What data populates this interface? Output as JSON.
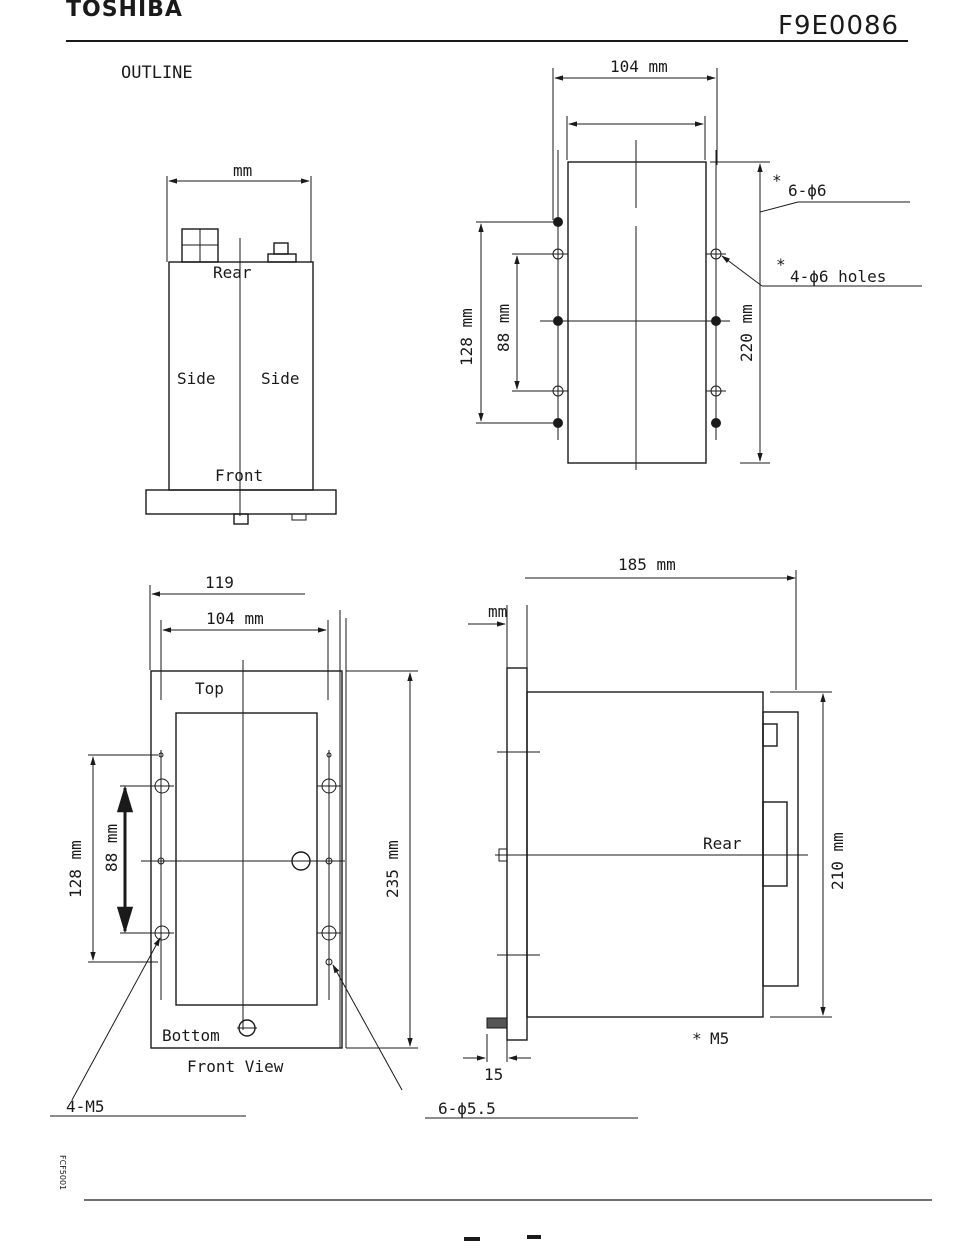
{
  "header": {
    "logo_text": "TOSHIBA",
    "document_number": "F9E0086"
  },
  "title": "OUTLINE",
  "top_view": {
    "width_label": "mm",
    "rear_label": "Rear",
    "side_left_label": "Side",
    "side_right_label": "Side",
    "front_label": "Front"
  },
  "panel_cutout": {
    "width_label": "104 mm",
    "height_outer_label": "128 mm",
    "height_inner_label": "88 mm",
    "height_total_label": "220 mm",
    "holes_6_label": "6-ϕ6",
    "holes_4_label": "4-ϕ6 holes",
    "asterisk": "*"
  },
  "front_view": {
    "overall_width_label": "119",
    "width_label": "104 mm",
    "height_outer_label": "128 mm",
    "height_inner_label": "88 mm",
    "height_total_label": "235 mm",
    "top_label": "Top",
    "bottom_label": "Bottom",
    "view_title": "Front View",
    "screws_label": "4-M5",
    "holes_label": "6-ϕ5.5"
  },
  "side_view": {
    "depth_label": "185 mm",
    "flange_label": "mm",
    "rear_label": "Rear",
    "height_label": "210 mm",
    "screw_label": "M5",
    "asterisk": "*",
    "offset_label": "15"
  },
  "footer": {
    "form_code": "FCF5001"
  }
}
